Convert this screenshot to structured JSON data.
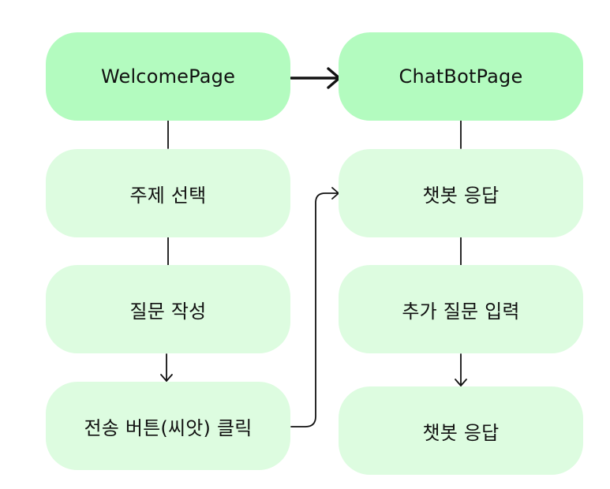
{
  "diagram": {
    "left_column": {
      "welcome_page": "WelcomePage",
      "topic_select": "주제 선택",
      "write_question": "질문 작성",
      "send_click": "전송 버튼(씨앗) 클릭"
    },
    "right_column": {
      "chatbot_page": "ChatBotPage",
      "chatbot_response_1": "챗봇 응답",
      "additional_question": "추가 질문 입력",
      "chatbot_response_2": "챗봇 응답"
    },
    "colors": {
      "primary_node": "#b3fbbf",
      "secondary_node": "#ddfce0",
      "connector": "#111111"
    }
  }
}
